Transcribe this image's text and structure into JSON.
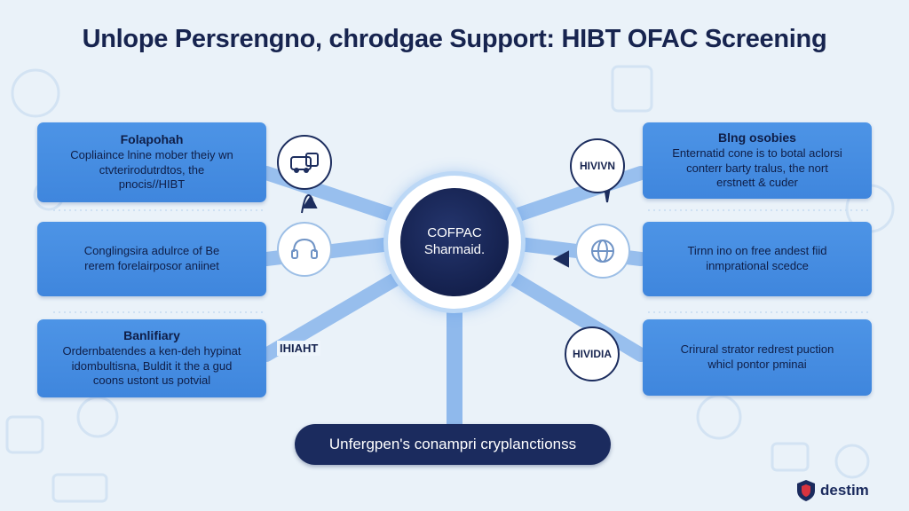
{
  "title": "Unlope Persrengno, chrodgae Support: HIBT OFAC Screening",
  "center": {
    "line1": "COFPAC",
    "line2": "Sharmaid."
  },
  "cards": {
    "left_top": {
      "title": "Folapohah",
      "lines": [
        "Copliaince lnine mober theiy wn",
        "ctvterirodutrdtos, the",
        "pnocis//HIBT"
      ]
    },
    "left_mid": {
      "title": "",
      "lines": [
        "Conglingsira adulrce of Be",
        "rerem forelairposor aniinet"
      ]
    },
    "left_bot": {
      "title": "Banlifiary",
      "lines": [
        "Ordernbatendes a ken-deh hypinat",
        "idombultisna, Buldit it the a gud",
        "coons ustont us potvial"
      ]
    },
    "right_top": {
      "title": "Blng osobies",
      "lines": [
        "Enternatid cone is to botal aclorsi",
        "conterr barty tralus, the nort",
        "erstnett & cuder"
      ]
    },
    "right_mid": {
      "title": "",
      "lines": [
        "Tirnn ino on free andest fiid",
        "inmprational scedce"
      ]
    },
    "right_bot": {
      "title": "",
      "lines": [
        "Crirural strator redrest puction",
        "whicl pontor pminai"
      ]
    }
  },
  "nodes": {
    "right_top": "HIVIVN",
    "right_bot": "HIVIDIA"
  },
  "labels": {
    "left_bot": "IHIAHT"
  },
  "bottom_pill": "Unfergpen's conampri cryplanctionss",
  "logo_text": "destim",
  "colors": {
    "navy": "#1b2b5e",
    "card_blue": "#4a90e2",
    "connector": "#8fb9ec",
    "background": "#eaf2f9"
  }
}
